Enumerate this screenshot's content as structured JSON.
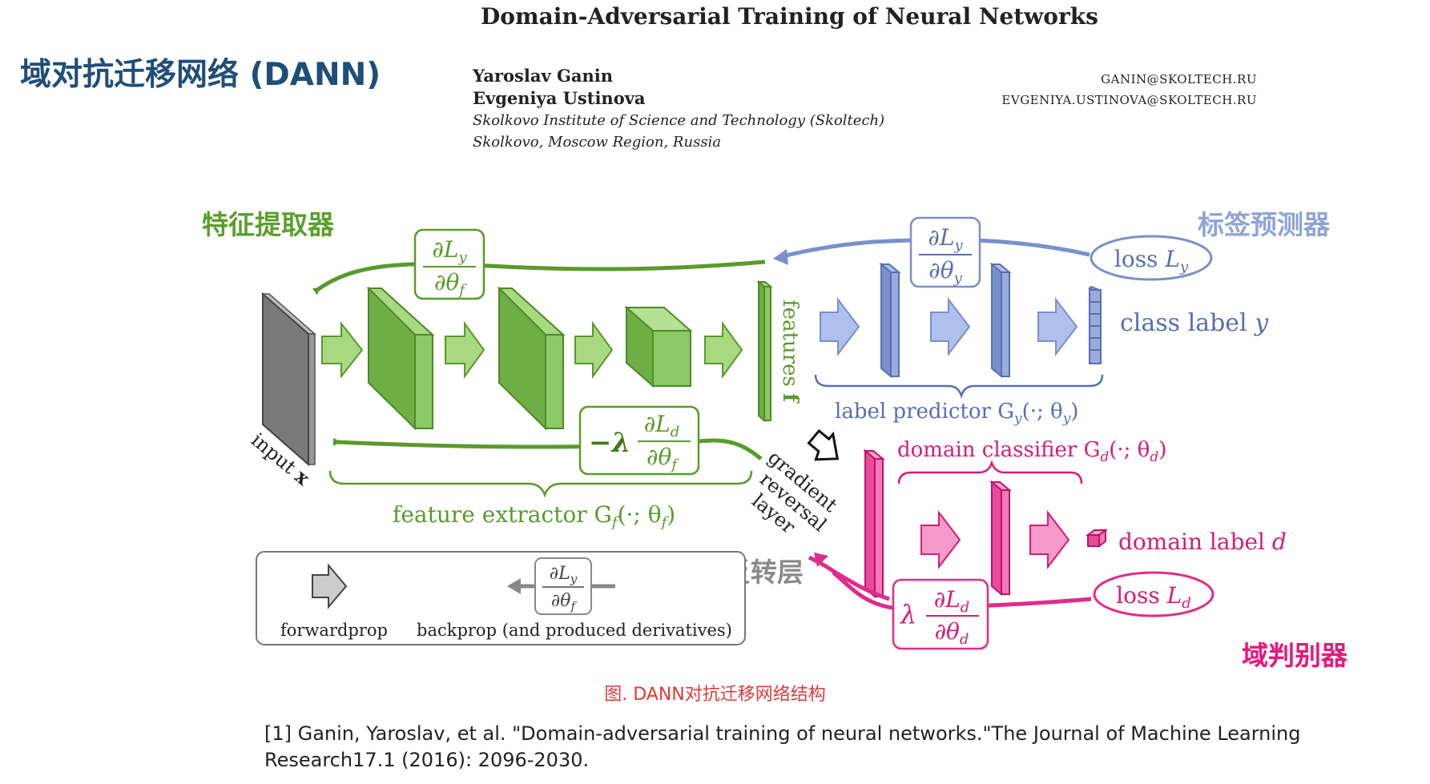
{
  "slide_title": "域对抗迁移网络 (DANN)",
  "paper": {
    "title": "Domain-Adversarial Training of Neural Networks",
    "authors": [
      "Yaroslav Ganin",
      "Evgeniya Ustinova"
    ],
    "emails": [
      "GANIN@SKOLTECH.RU",
      "EVGENIYA.USTINOVA@SKOLTECH.RU"
    ],
    "affiliation": "Skolkovo Institute of Science and Technology (Skoltech)",
    "location": "Skolkovo, Moscow Region, Russia"
  },
  "diagram": {
    "labels_cn": {
      "feature_extractor": "特征提取器",
      "label_predictor": "标签预测器",
      "gradient_reversal": "梯度反转层",
      "domain_discriminator": "域判别器"
    },
    "input_label": "input",
    "input_var": "x",
    "features_label": "features",
    "features_var": "f",
    "class_label": "class label",
    "class_var": "y",
    "domain_label": "domain label",
    "domain_var": "d",
    "loss_word": "loss",
    "loss_y": "L",
    "loss_y_sub": "y",
    "loss_d": "L",
    "loss_d_sub": "d",
    "label_predictor": "label predictor G",
    "label_predictor_args": "(·; θ",
    "domain_classifier": "domain classifier G",
    "domain_classifier_args": "(·; θ",
    "feature_extractor": "feature extractor G",
    "feature_extractor_args": "(·; θ",
    "grl_words": [
      "gradient",
      "reversal",
      "layer"
    ],
    "legend_forward": "forwardprop",
    "legend_backward": "backprop (and produced derivatives)",
    "colors": {
      "green": "#5a9a2a",
      "green_fill": "#8cc866",
      "green_light": "#a8d880",
      "blue": "#7b8fcc",
      "blue_fill": "#9aabdd",
      "pink": "#e02b8a",
      "pink_fill": "#f07ab8",
      "gray": "#777777",
      "label_green": "#5aa02c",
      "label_blue": "#8fa3d8",
      "label_pink": "#e6197d"
    }
  },
  "caption": "图. DANN对抗迁移网络结构",
  "reference": "[1] Ganin, Yaroslav, et al. \"Domain-adversarial training of neural networks.\"The Journal of Machine Learning Research17.1 (2016): 2096-2030."
}
